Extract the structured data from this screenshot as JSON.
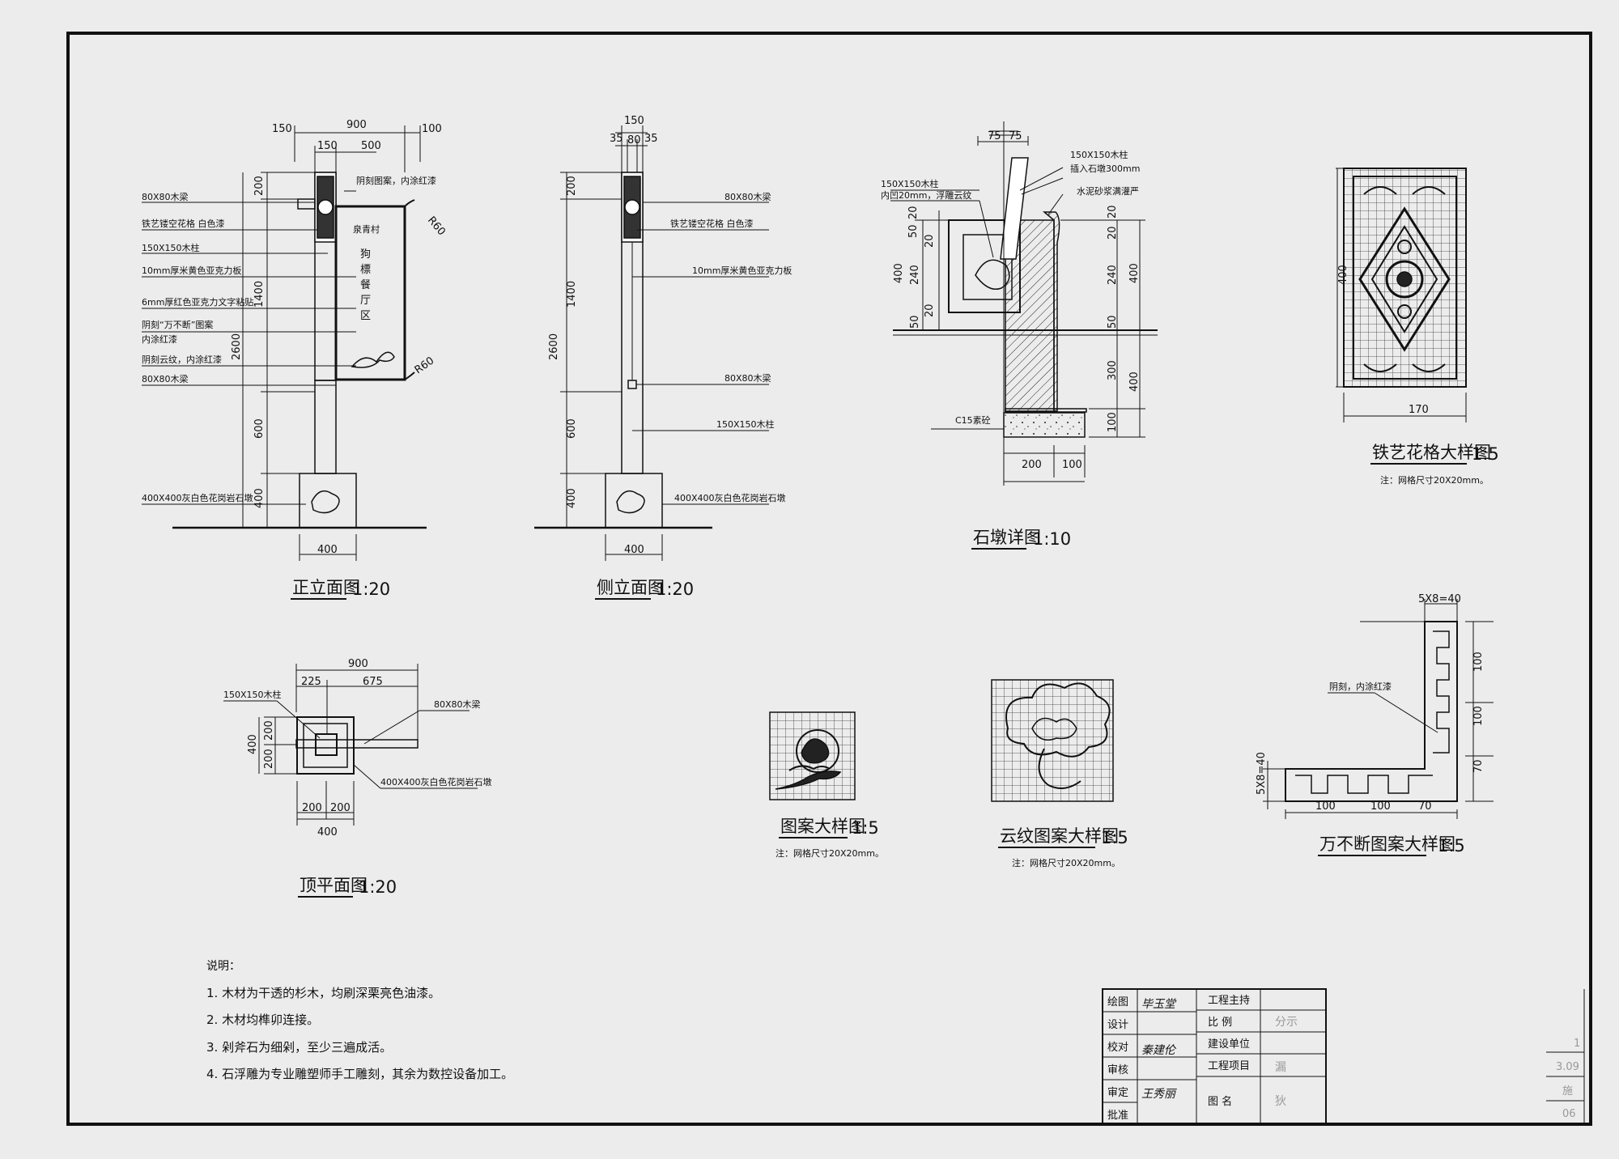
{
  "front": {
    "title": "正立面图",
    "scale": "1:20",
    "dims_top": [
      "150",
      "900",
      "100",
      "150",
      "500"
    ],
    "dims_left": [
      "200",
      "1400",
      "2600",
      "600",
      "400"
    ],
    "bottom_dim": "400",
    "sign_text": [
      "狗",
      "標",
      "餐",
      "厅",
      "区"
    ],
    "logo_text": "泉青村",
    "radii": [
      "R60",
      "R60"
    ],
    "labels": [
      "80X80木梁",
      "铁艺镂空花格  白色漆",
      "150X150木柱",
      "10mm厚米黄色亚克力板",
      "6mm厚红色亚克力文字粘贴",
      "阴刻“万不断”图案",
      "内涂红漆",
      "阴刻云纹，内涂红漆",
      "80X80木梁",
      "400X400灰白色花岗岩石墩"
    ],
    "top_note": "阴刻图案，内涂红漆"
  },
  "side": {
    "title": "侧立面图",
    "scale": "1:20",
    "dims_top": [
      "150",
      "35",
      "80",
      "35"
    ],
    "dims_left": [
      "200",
      "1400",
      "2600",
      "600",
      "400"
    ],
    "bottom_dim": "400",
    "labels": [
      "80X80木梁",
      "铁艺镂空花格  白色漆",
      "10mm厚米黄色亚克力板",
      "80X80木梁",
      "150X150木柱",
      "400X400灰白色花岗岩石墩"
    ]
  },
  "pier": {
    "title": "石墩详图",
    "scale": "1:10",
    "dims_top": [
      "75",
      "75"
    ],
    "labels": [
      "150X150木柱",
      "内凹20mm，浮雕云纹",
      "150X150木柱",
      "插入石墩300mm",
      "水泥砂浆满灌严",
      "C15素砼"
    ],
    "dims_left": [
      "20",
      "50",
      "20",
      "400",
      "240",
      "20",
      "50"
    ],
    "dims_right": [
      "20",
      "20",
      "240",
      "400",
      "50",
      "300",
      "400",
      "100"
    ],
    "dims_bottom": [
      "200",
      "100"
    ]
  },
  "iron": {
    "title": "铁艺花格大样图",
    "scale": "1:5",
    "dim_h": "400",
    "dim_w": "170",
    "note": "注：网格尺寸20X20mm。"
  },
  "plan": {
    "title": "顶平面图",
    "scale": "1:20",
    "dims_top": [
      "900",
      "225",
      "675"
    ],
    "dims_left": [
      "400",
      "200",
      "200"
    ],
    "dims_bottom": [
      "200",
      "200",
      "400"
    ],
    "labels": [
      "150X150木柱",
      "80X80木梁",
      "400X400灰白色花岗岩石墩"
    ]
  },
  "pattern": {
    "title": "图案大样图",
    "scale": "1:5",
    "note": "注：网格尺寸20X20mm。"
  },
  "cloud": {
    "title": "云纹图案大样图",
    "scale": "1:5",
    "note": "注：网格尺寸20X20mm。"
  },
  "wanbuduan": {
    "title": "万不断图案大样图",
    "scale": "1:5",
    "dim_top": "5X8=40",
    "dim_side": "5X8=40",
    "label": "阴刻，内涂红漆",
    "dims_right": [
      "100",
      "100",
      "70"
    ],
    "dims_bottom": [
      "100",
      "100",
      "70"
    ]
  },
  "notes": {
    "heading": "说明：",
    "items": [
      "1.  木材为干透的杉木，均刷深栗亮色油漆。",
      "2.  木材均榫卯连接。",
      "3.  剁斧石为细剁，至少三遍成活。",
      "4.  石浮雕为专业雕塑师手工雕刻，其余为数控设备加工。"
    ]
  },
  "title_block": {
    "rows": [
      "绘图",
      "设计",
      "校对",
      "审核",
      "审定",
      "批准"
    ],
    "fields": [
      "工程主持",
      "比  例",
      "建设单位",
      "工程项目",
      "图  名"
    ],
    "values": [
      "",
      "分示",
      "",
      "漏",
      "狄"
    ],
    "side_marks": [
      "1",
      "3.09",
      "施",
      "06"
    ],
    "signatures": [
      "毕玉堂",
      "秦建伦",
      "王秀丽"
    ]
  },
  "colors": {
    "paper": "#ececec",
    "ink": "#111111"
  }
}
